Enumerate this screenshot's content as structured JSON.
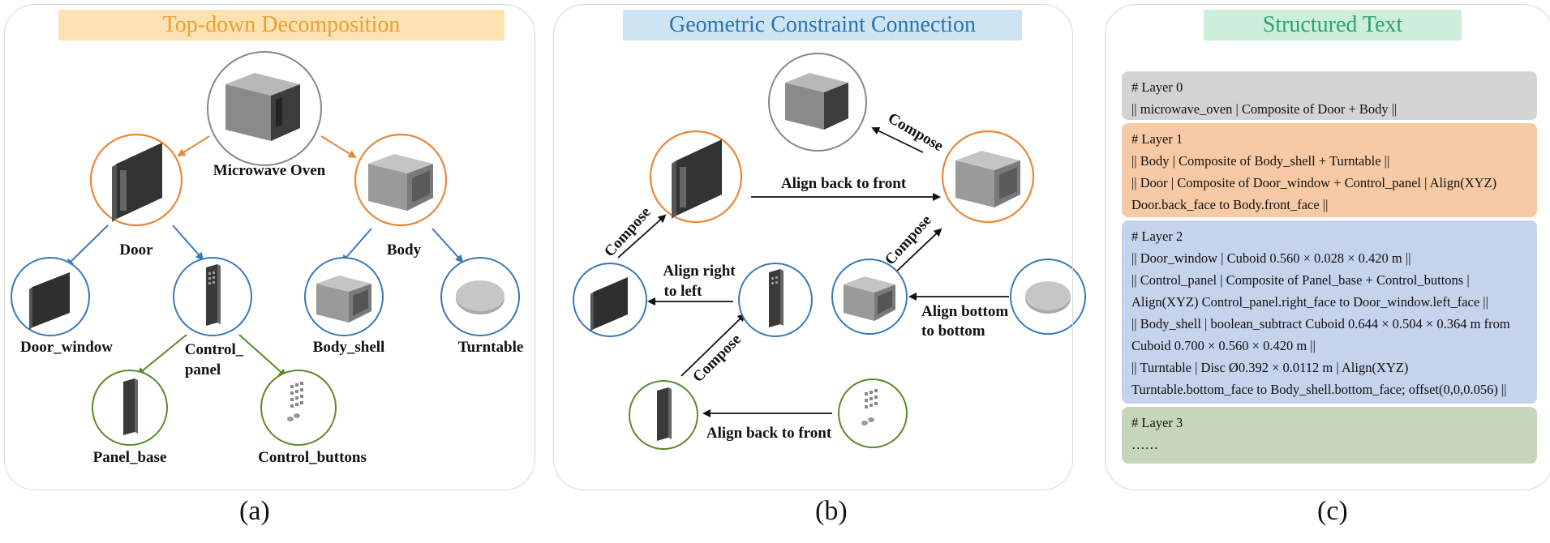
{
  "colors": {
    "orange": "#e8873a",
    "blue": "#3a78b8",
    "green": "#5a8a2a",
    "gray": "#888888",
    "title_a_bg": "#fbe2b0",
    "title_a_fg": "#e8a13a",
    "title_b_bg": "#cfe4f2",
    "title_b_fg": "#2a74b0",
    "title_c_bg": "#cdeedd",
    "title_c_fg": "#2ea46a"
  },
  "panel_a": {
    "title": "Top-down Decomposition",
    "caption": "(a)",
    "nodes": {
      "microwave": "Microwave Oven",
      "door": "Door",
      "body": "Body",
      "door_window": "Door_window",
      "control_panel_1": "Control_",
      "control_panel_2": "panel",
      "body_shell": "Body_shell",
      "turntable": "Turntable",
      "panel_base": "Panel_base",
      "control_buttons": "Control_buttons"
    }
  },
  "panel_b": {
    "title": "Geometric Constraint Connection",
    "caption": "(b)",
    "labels": {
      "compose_top": "Compose",
      "align_back_front_top": "Align back to front",
      "compose_left": "Compose",
      "compose_right": "Compose",
      "align_right_left_1": "Align right",
      "align_right_left_2": "to left",
      "align_bottom_1": "Align bottom",
      "align_bottom_2": "to bottom",
      "compose_bottom": "Compose",
      "align_back_front_bottom": "Align back to front"
    }
  },
  "panel_c": {
    "title": "Structured Text",
    "caption": "(c)",
    "layers": [
      {
        "bg": "#d3d3d3",
        "lines": [
          "# Layer 0",
          "|| microwave_oven  | Composite of Door + Body ||"
        ]
      },
      {
        "bg": "#f7c9a4",
        "lines": [
          "# Layer 1",
          "|| Body | Composite of Body_shell + Turntable ||",
          "|| Door | Composite of Door_window + Control_panel | Align(XYZ)",
          "Door.back_face to Body.front_face ||"
        ]
      },
      {
        "bg": "#c5d3ec",
        "lines": [
          "# Layer 2",
          "|| Door_window | Cuboid 0.560 × 0.028 × 0.420 m ||",
          "|| Control_panel | Composite of Panel_base + Control_buttons |",
          "Align(XYZ) Control_panel.right_face to Door_window.left_face ||",
          "|| Body_shell | boolean_subtract Cuboid 0.644 × 0.504 × 0.364 m from",
          "Cuboid 0.700 × 0.560 × 0.420 m  ||",
          "|| Turntable | Disc Ø0.392 × 0.0112 m | Align(XYZ)",
          "Turntable.bottom_face to Body_shell.bottom_face; offset(0,0,0.056) ||"
        ]
      },
      {
        "bg": "#c6d6bb",
        "lines": [
          "# Layer 3",
          "……"
        ]
      }
    ]
  }
}
